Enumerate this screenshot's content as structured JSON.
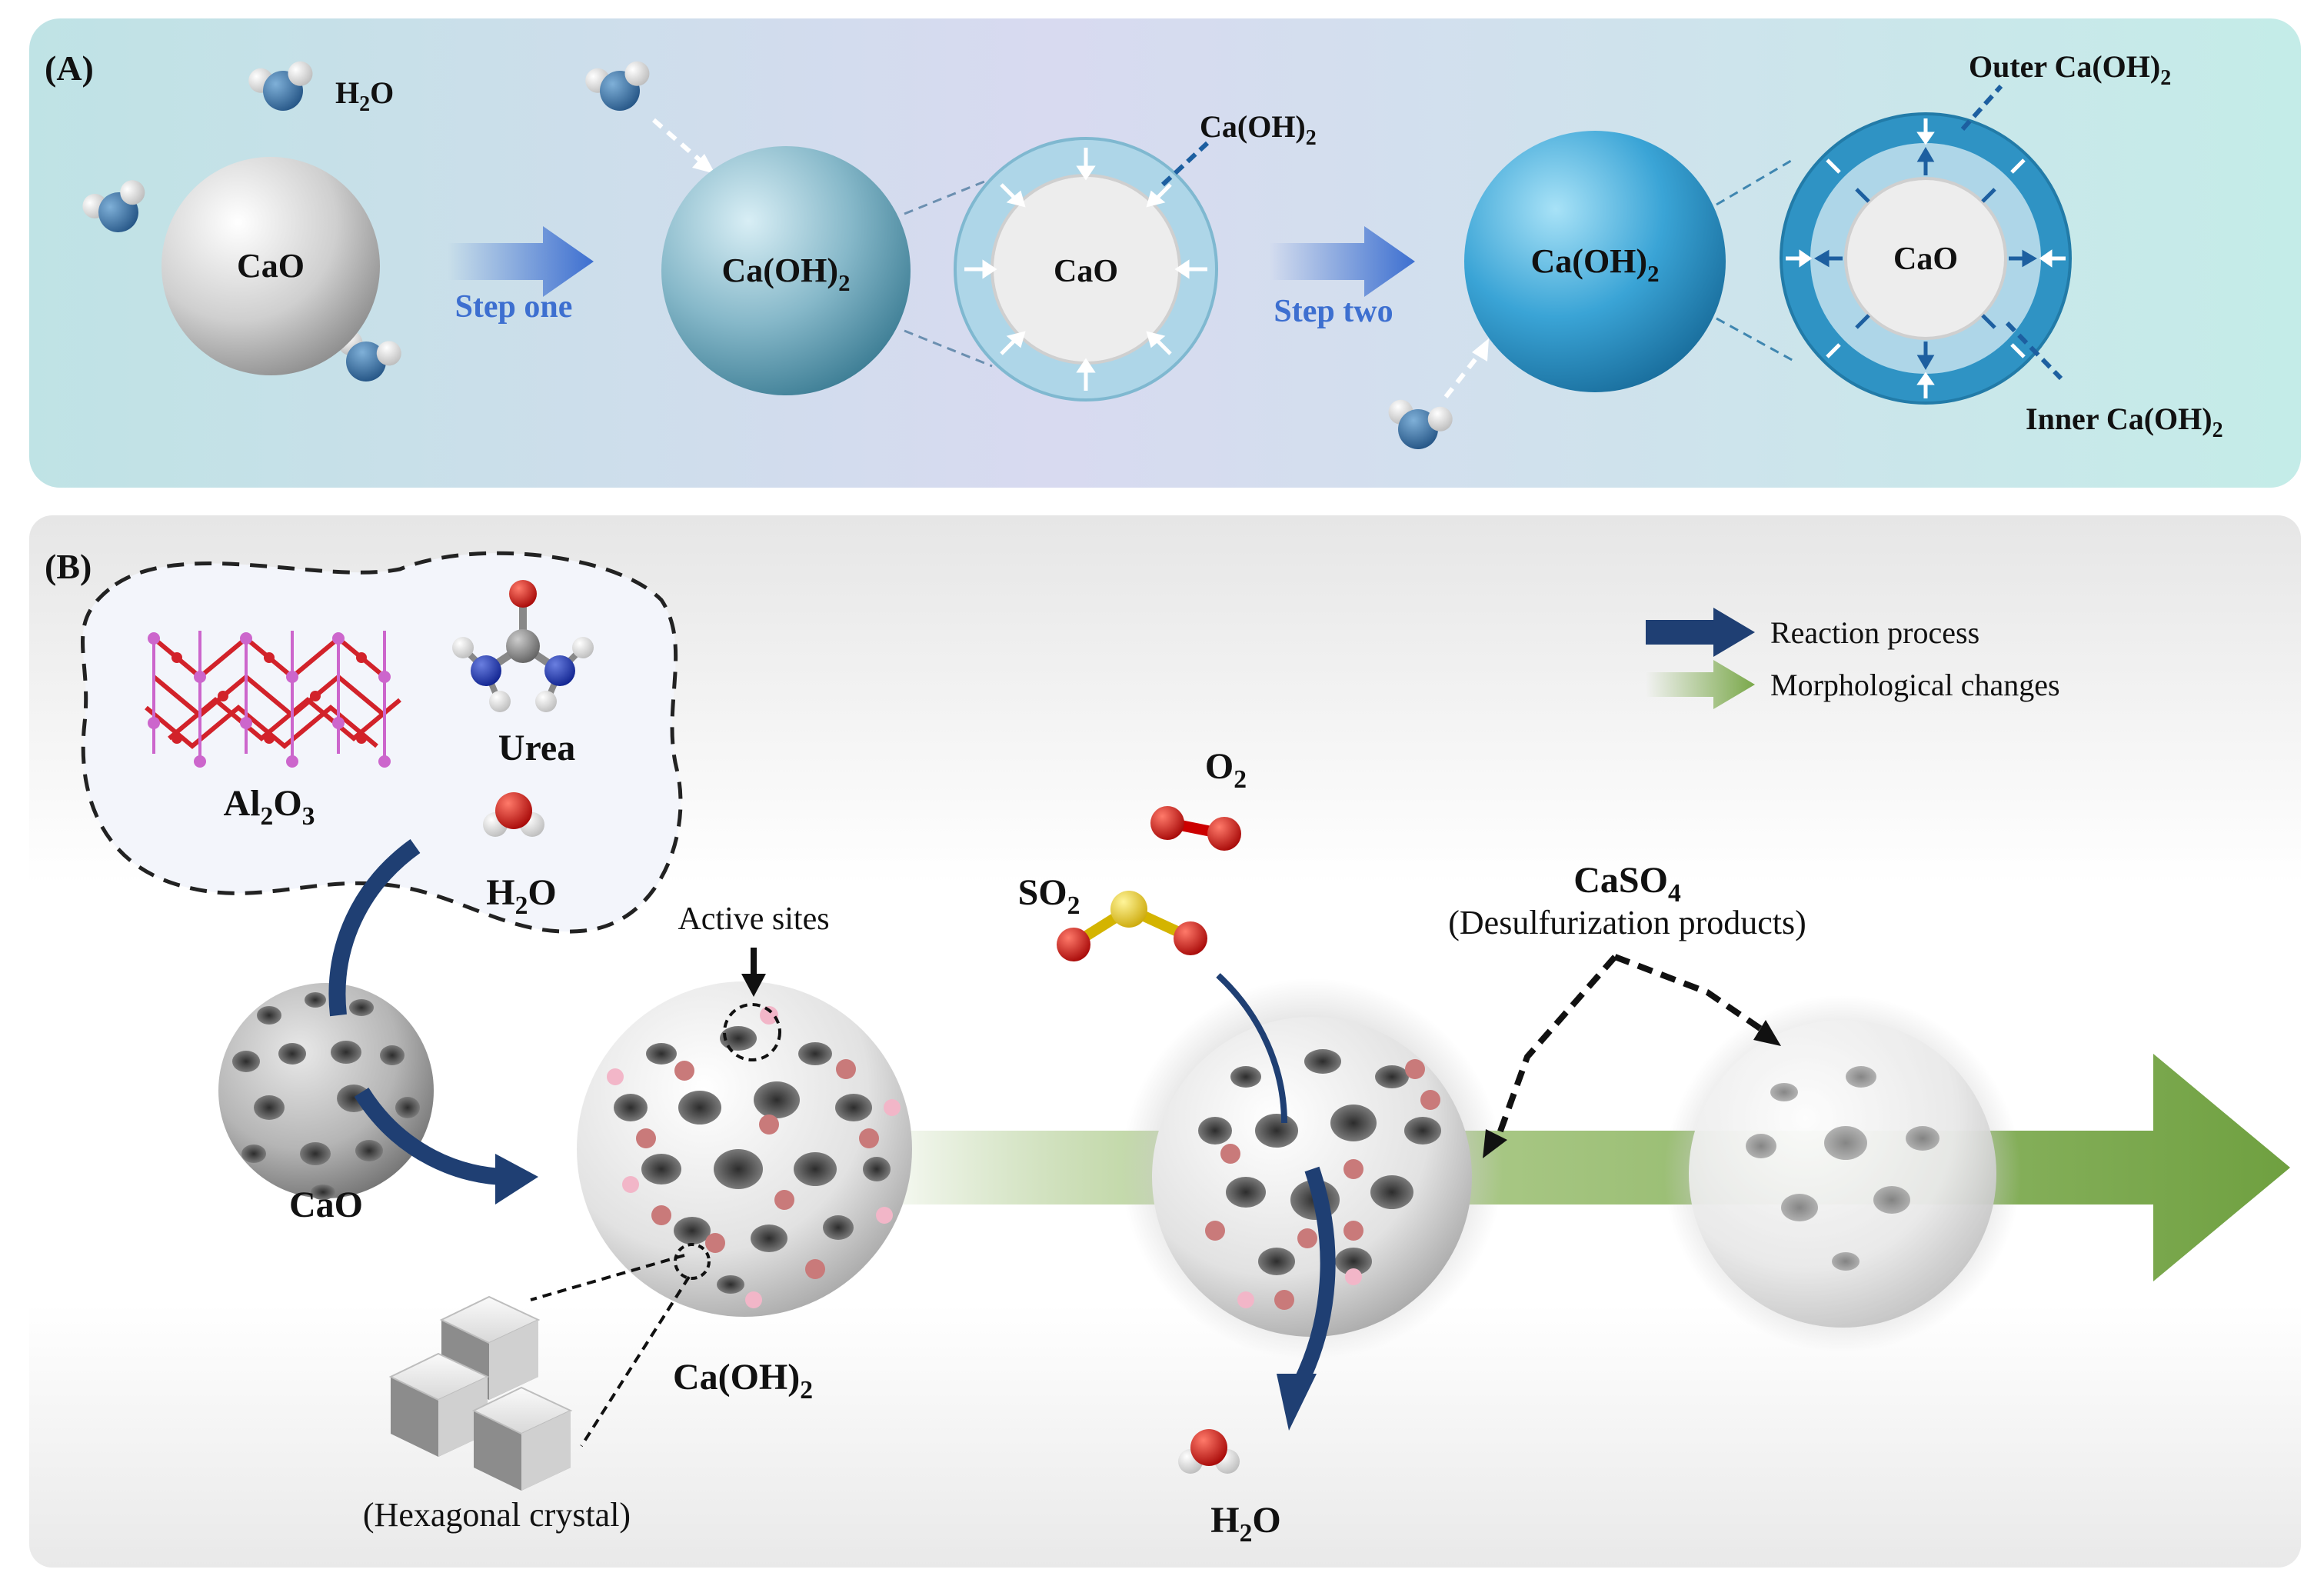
{
  "panel_a": {
    "tag": "(A)",
    "water_label": "H",
    "water_label_sub": "2",
    "water_label_end": "O",
    "cao_label": "CaO",
    "step_one": "Step one",
    "step_two": "Step two",
    "caoh2_pre": "Ca(OH)",
    "caoh2_sub": "2",
    "core_cao_1": "CaO",
    "core_cao_2": "CaO",
    "shell_label_pre": "Ca(OH)",
    "shell_label_sub": "2",
    "outer_pre": "Outer Ca(OH)",
    "outer_sub": "2",
    "inner_pre": "Inner Ca(OH)",
    "inner_sub": "2"
  },
  "panel_b": {
    "tag": "(B)",
    "al2o3_a": "Al",
    "al2o3_s1": "2",
    "al2o3_b": "O",
    "al2o3_s2": "3",
    "urea": "Urea",
    "h2o_a": "H",
    "h2o_s": "2",
    "h2o_b": "O",
    "cao": "CaO",
    "caoh2_pre": "Ca(OH)",
    "caoh2_sub": "2",
    "active_sites": "Active sites",
    "hex_crystal": "(Hexagonal crystal)",
    "o2_a": "O",
    "o2_s": "2",
    "so2_a": "SO",
    "so2_s": "2",
    "caso4_a": "CaSO",
    "caso4_s": "4",
    "desulf": "(Desulfurization products)",
    "h2o_out_a": "H",
    "h2o_out_s": "2",
    "h2o_out_b": "O",
    "legend": [
      {
        "label": "Reaction process",
        "color": "#1f3f73"
      },
      {
        "label": "Morphological changes",
        "color": "#7aa84a"
      }
    ]
  },
  "colors": {
    "water_oxygen": "#2f6aa0",
    "shell_light": "#aed6e8",
    "shell_dark": "#2f93c4",
    "green_arrow": "#7aa84a",
    "dark_arrow": "#1f3f73"
  }
}
